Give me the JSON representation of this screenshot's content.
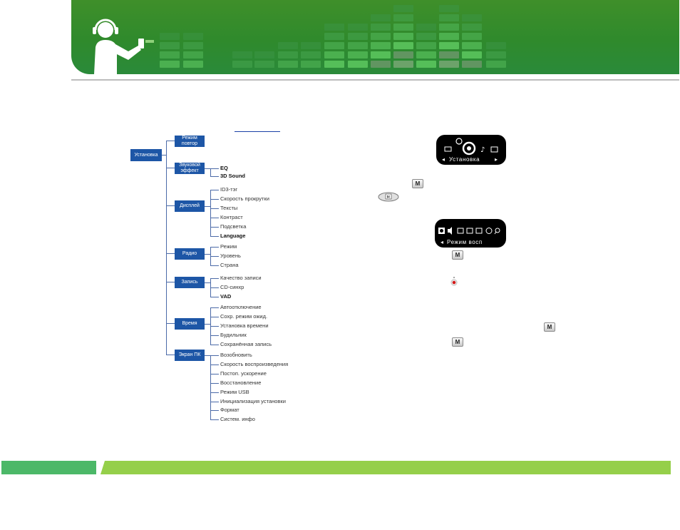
{
  "colors": {
    "banner_green": "#3f8f2a",
    "footer_left": "#4cb868",
    "footer_right": "#95cf4a",
    "tree_box": "#1d56a6"
  },
  "tree": {
    "root": "Установка",
    "branches": [
      {
        "label": "Режим повтор",
        "children": []
      },
      {
        "label": "Звуковой эффект",
        "children": [
          {
            "text": "EQ",
            "bold": true
          },
          {
            "text": "3D Sound",
            "bold": true
          }
        ]
      },
      {
        "label": "Дисплей",
        "children": [
          {
            "text": "ID3-тэг"
          },
          {
            "text": "Скорость прокрутки"
          },
          {
            "text": "Тексты"
          },
          {
            "text": "Контраст"
          },
          {
            "text": "Подсветка"
          },
          {
            "text": "Language",
            "bold": true
          }
        ]
      },
      {
        "label": "Радио",
        "children": [
          {
            "text": "Режим"
          },
          {
            "text": "Уровень"
          },
          {
            "text": "Страна"
          }
        ]
      },
      {
        "label": "Запись",
        "children": [
          {
            "text": "Качество записи"
          },
          {
            "text": "CD-синхр"
          },
          {
            "text": "VAD",
            "bold": true
          }
        ]
      },
      {
        "label": "Время",
        "children": [
          {
            "text": "Автоотключение"
          },
          {
            "text": "Сохр. режим ожид."
          },
          {
            "text": "Установка времени"
          },
          {
            "text": "Будильник"
          },
          {
            "text": "Сохранённая запись"
          }
        ]
      },
      {
        "label": "Экран ПК",
        "children": [
          {
            "text": "Возобновить"
          },
          {
            "text": "Скорость воспроизведения"
          },
          {
            "text": "Постоп. ускорение"
          },
          {
            "text": "Восстановление"
          },
          {
            "text": "Режим USB"
          },
          {
            "text": "Инициализация установки"
          },
          {
            "text": "Формат"
          },
          {
            "text": "Систем. инфо"
          }
        ]
      }
    ]
  },
  "screens": {
    "settings": {
      "caption": "Установка",
      "icons": [
        "display-icon",
        "gear-icon",
        "music-note-icon",
        "calendar-icon"
      ]
    },
    "mode": {
      "caption": "Режим восп",
      "icons": [
        "gear-icon",
        "speaker-icon",
        "display-icon",
        "calendar-icon",
        "display-icon",
        "clock-icon",
        "search-icon"
      ]
    }
  },
  "buttons": {
    "m_label": "M"
  }
}
